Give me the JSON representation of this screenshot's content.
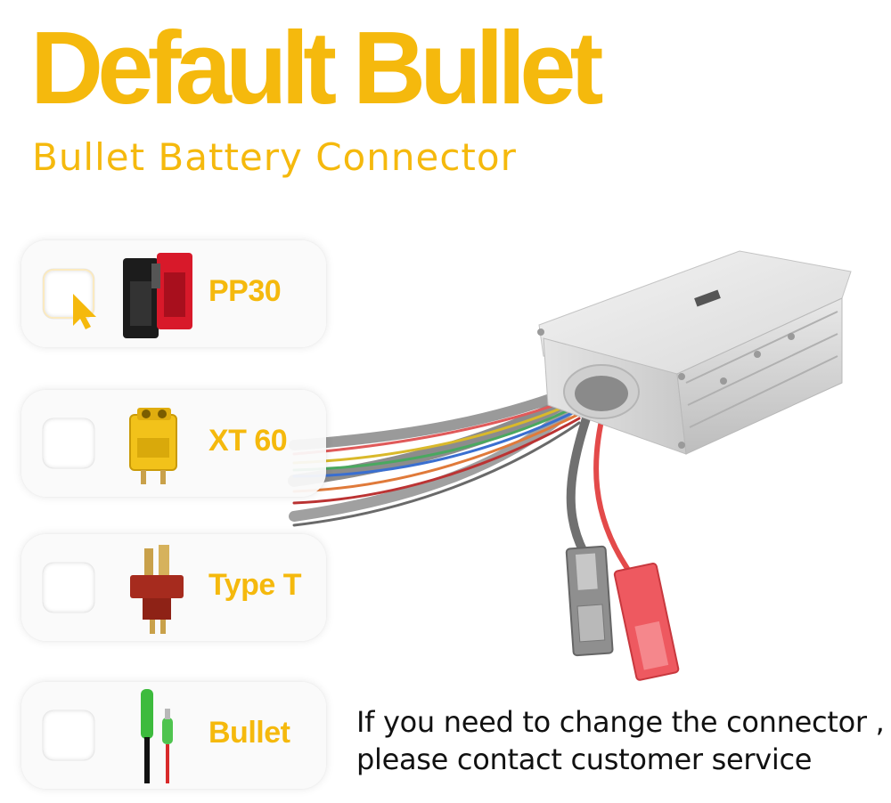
{
  "title": "Default Bullet",
  "subtitle": "Bullet Battery Connector",
  "options": [
    {
      "label": "PP30",
      "icon": "pp30-connector-icon",
      "selected": true
    },
    {
      "label": "XT 60",
      "icon": "xt60-connector-icon",
      "selected": false
    },
    {
      "label": "Type T",
      "icon": "type-t-connector-icon",
      "selected": false
    },
    {
      "label": "Bullet",
      "icon": "bullet-connector-icon",
      "selected": false
    }
  ],
  "notice": {
    "line1": "If you need to change the connector ,",
    "line2": "please contact customer service"
  },
  "colors": {
    "accent": "#f5b90d",
    "text": "#111111",
    "card": "#fafafa"
  }
}
